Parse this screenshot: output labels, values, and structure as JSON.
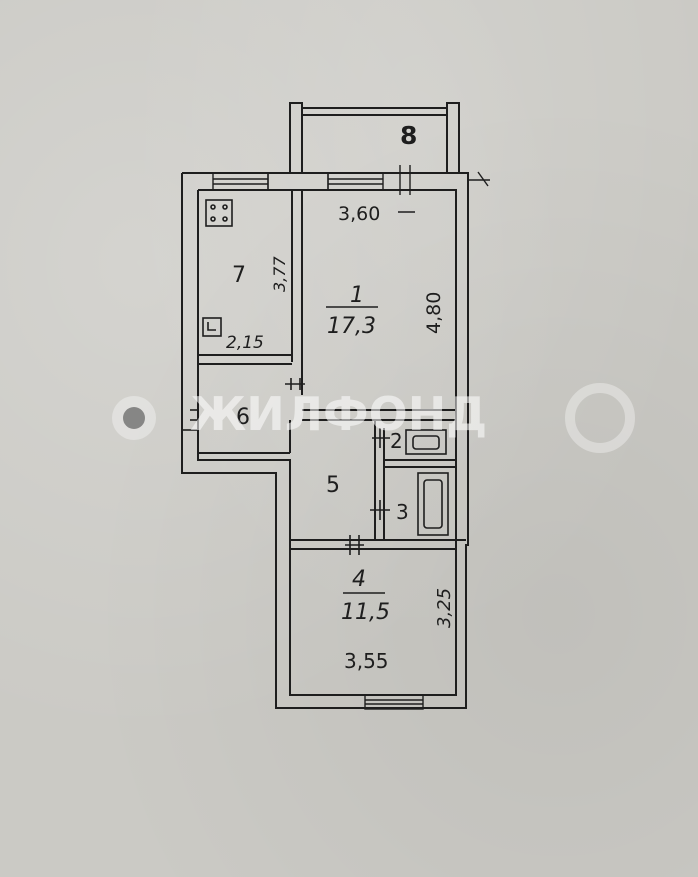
{
  "plan": {
    "balcony_number": "8",
    "rooms": [
      {
        "number": "1",
        "area": "17,3"
      },
      {
        "number": "2"
      },
      {
        "number": "3"
      },
      {
        "number": "4",
        "area": "11,5"
      },
      {
        "number": "5"
      },
      {
        "number": "6"
      },
      {
        "number": "7"
      }
    ],
    "dimensions": {
      "room1_width": "3,60",
      "room1_length": "4,80",
      "room7_length": "3,77",
      "room7_width": "2,15",
      "room4_length": "3,25",
      "room4_width": "3,55"
    }
  },
  "watermark": {
    "text": "ЖИЛФОНД"
  },
  "colors": {
    "paper": "#cbcac5",
    "ink": "#1e1e1e",
    "watermark": "#ffffff"
  }
}
